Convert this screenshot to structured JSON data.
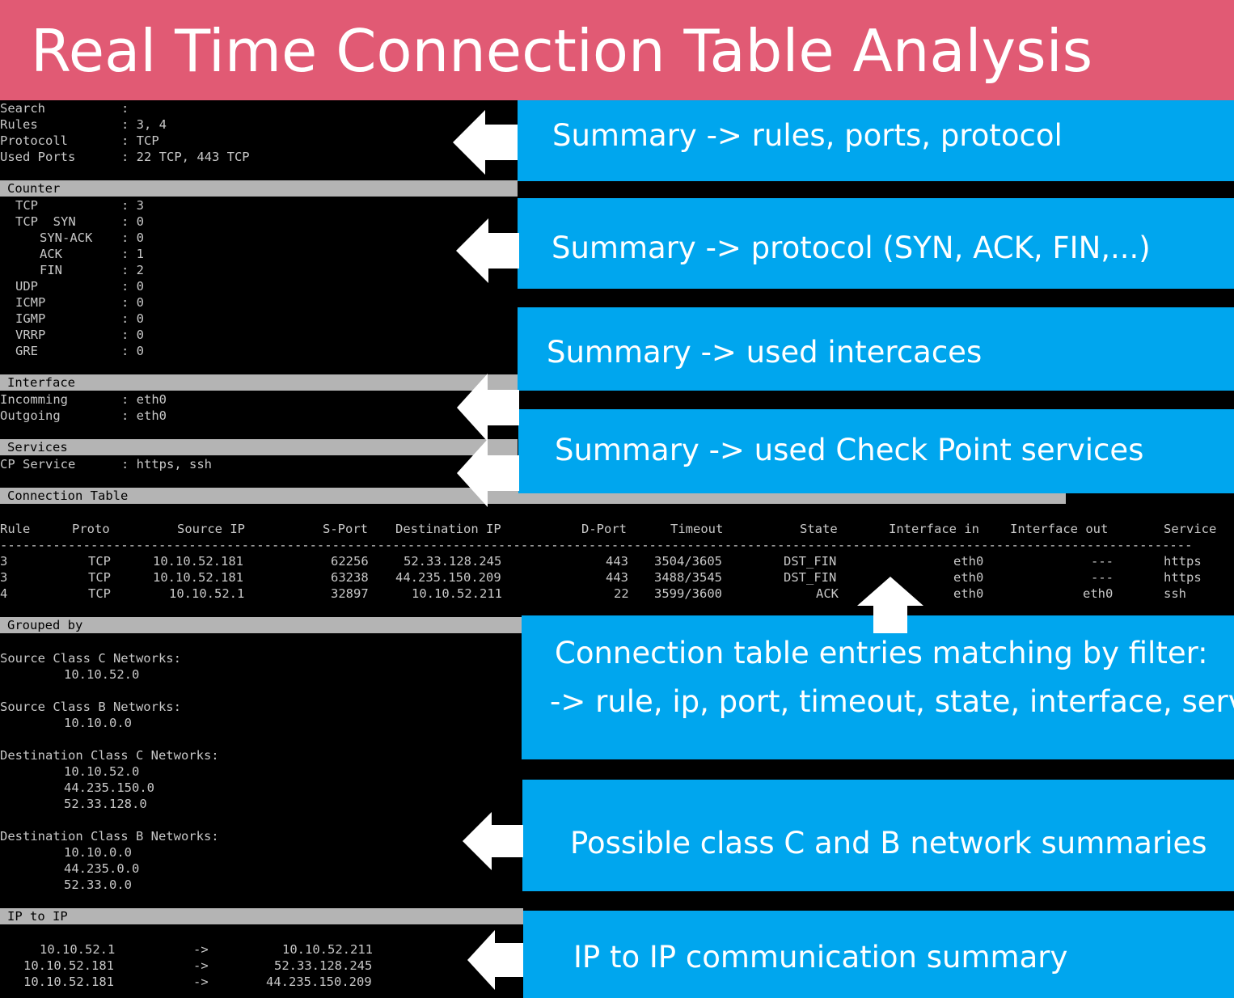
{
  "title": "Real Time Connection Table Analysis",
  "colors": {
    "title_bg": "#e15a74",
    "callout_bg": "#00a6ee",
    "terminal_bg": "#000000",
    "section_header_bg": "#b4b4b4",
    "terminal_text": "#c8c8c8"
  },
  "summary": {
    "search_label": "Search",
    "search_value": ":",
    "rules_label": "Rules",
    "rules_value": ": 3, 4",
    "protocoll_label": "Protocoll",
    "protocoll_value": ": TCP",
    "used_ports_label": "Used Ports",
    "used_ports_value": ": 22 TCP, 443 TCP"
  },
  "counter": {
    "header": "Counter",
    "rows": [
      {
        "label": "TCP",
        "value": ": 3"
      },
      {
        "label": "TCP  SYN",
        "value": ": 0"
      },
      {
        "label": "SYN-ACK",
        "value": ": 0"
      },
      {
        "label": "ACK",
        "value": ": 1"
      },
      {
        "label": "FIN",
        "value": ": 2"
      },
      {
        "label": "UDP",
        "value": ": 0"
      },
      {
        "label": "ICMP",
        "value": ": 0"
      },
      {
        "label": "IGMP",
        "value": ": 0"
      },
      {
        "label": "VRRP",
        "value": ": 0"
      },
      {
        "label": "GRE",
        "value": ": 0"
      }
    ]
  },
  "interface": {
    "header": "Interface",
    "incomming_label": "Incomming",
    "incomming_value": ": eth0",
    "outgoing_label": "Outgoing",
    "outgoing_value": ": eth0"
  },
  "services": {
    "header": "Services",
    "cp_service_label": "CP Service",
    "cp_service_value": ": https, ssh"
  },
  "connection_table": {
    "header": "Connection Table",
    "columns": [
      "Rule",
      "Proto",
      "Source IP",
      "S-Port",
      "Destination IP",
      "D-Port",
      "Timeout",
      "State",
      "Interface in",
      "Interface out",
      "Service"
    ],
    "separator": "--------------------------------------------------------------------------------------------------------------------------------------------------------------",
    "rows": [
      [
        "3",
        "TCP",
        "10.10.52.181",
        "62256",
        "52.33.128.245",
        "443",
        "3504/3605",
        "DST_FIN",
        "eth0",
        "---",
        "https"
      ],
      [
        "3",
        "TCP",
        "10.10.52.181",
        "63238",
        "44.235.150.209",
        "443",
        "3488/3545",
        "DST_FIN",
        "eth0",
        "---",
        "https"
      ],
      [
        "4",
        "TCP",
        "10.10.52.1",
        "32897",
        "10.10.52.211",
        "22",
        "3599/3600",
        "ACK",
        "eth0",
        "eth0",
        "ssh"
      ]
    ]
  },
  "grouped_by": {
    "header": "Grouped by",
    "src_c_label": "Source Class C Networks:",
    "src_c": [
      "10.10.52.0"
    ],
    "src_b_label": "Source Class B Networks:",
    "src_b": [
      "10.10.0.0"
    ],
    "dst_c_label": "Destination Class C Networks:",
    "dst_c": [
      "10.10.52.0",
      "44.235.150.0",
      "52.33.128.0"
    ],
    "dst_b_label": "Destination Class B Networks:",
    "dst_b": [
      "10.10.0.0",
      "44.235.0.0",
      "52.33.0.0"
    ]
  },
  "ip_to_ip": {
    "header": "IP to IP",
    "rows": [
      {
        "src": "10.10.52.1",
        "arrow": "->",
        "dst": "10.10.52.211"
      },
      {
        "src": "10.10.52.181",
        "arrow": "->",
        "dst": "52.33.128.245"
      },
      {
        "src": "10.10.52.181",
        "arrow": "->",
        "dst": "44.235.150.209"
      }
    ]
  },
  "callouts": {
    "c1": "Summary -> rules, ports, protocol",
    "c2": "Summary -> protocol (SYN, ACK, FIN,...)",
    "c3": "Summary -> used intercaces",
    "c4": "Summary -> used Check Point services",
    "c5_line1": "Connection table entries matching by filter:",
    "c5_line2": "-> rule, ip, port, timeout, state, interface, service",
    "c6": "Possible class C and B network summaries",
    "c7": "IP to IP communication summary"
  }
}
